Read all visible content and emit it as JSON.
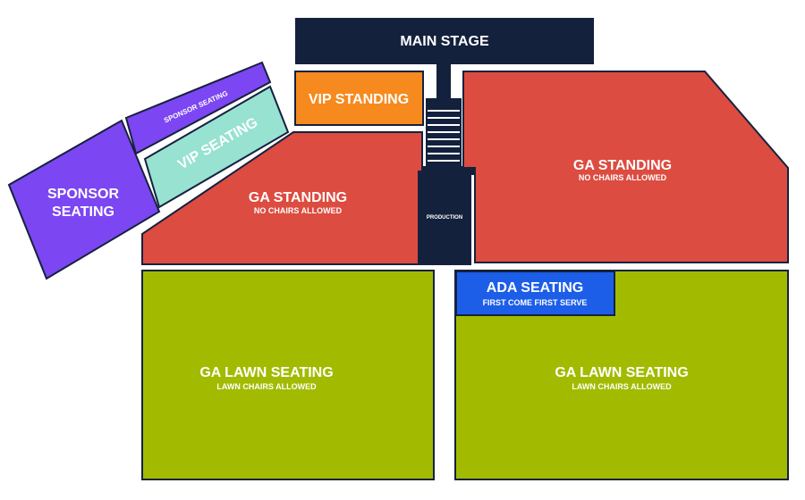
{
  "colors": {
    "stage": "#13213d",
    "vip": "#f68a1e",
    "ga_standing": "#dc4c40",
    "ga_lawn": "#a2bb00",
    "ada": "#1d5ee8",
    "sponsor": "#7c46f2",
    "vip_seating": "#97e2d1",
    "outline": "#16213e",
    "label": "#ffffff"
  },
  "zones": {
    "main_stage": {
      "title": "MAIN STAGE"
    },
    "vip_standing": {
      "title": "VIP STANDING"
    },
    "ga_standing_left": {
      "title": "GA STANDING",
      "note": "NO CHAIRS ALLOWED"
    },
    "ga_standing_right": {
      "title": "GA STANDING",
      "note": "NO CHAIRS ALLOWED"
    },
    "production": {
      "title": "PRODUCTION"
    },
    "sponsor_seating_large": {
      "title_line1": "SPONSOR",
      "title_line2": "SEATING"
    },
    "sponsor_seating_strip": {
      "title": "SPONSOR SEATING"
    },
    "vip_seating": {
      "title": "VIP SEATING"
    },
    "ada_seating": {
      "title": "ADA SEATING",
      "note": "FIRST COME FIRST SERVE"
    },
    "ga_lawn_left": {
      "title": "GA LAWN SEATING",
      "note": "LAWN CHAIRS ALLOWED"
    },
    "ga_lawn_right": {
      "title": "GA LAWN SEATING",
      "note": "LAWN CHAIRS ALLOWED"
    }
  },
  "icons": {
    "stairs": "stairs-icon"
  }
}
